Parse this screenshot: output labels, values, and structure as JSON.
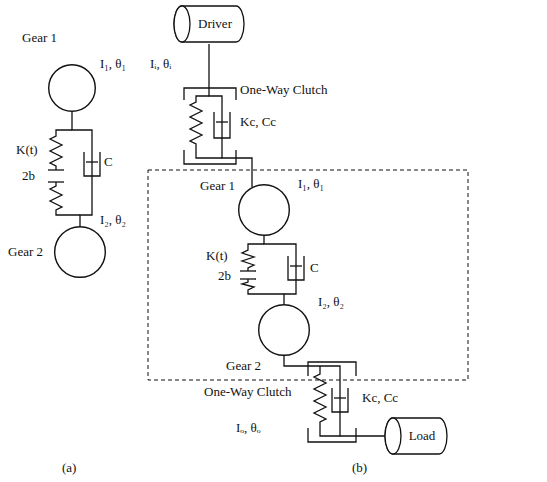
{
  "diagram": {
    "nodes": [
      {
        "text": [
          "Gear 1",
          "I₁, θ₁"
        ]
      },
      {
        "text": [
          "Gear 2",
          "I₂, θ₂"
        ]
      },
      {
        "text": [
          "Driver"
        ]
      },
      {
        "text": [
          "Gear 1",
          "I₁, θ₁"
        ]
      },
      {
        "text": [
          "Gear 2",
          "I₂, θ₂"
        ]
      },
      {
        "text": [
          "Load"
        ]
      }
    ],
    "edges": [
      {
        "from": 0,
        "to": 1,
        "arrow": "none"
      },
      {
        "from": 2,
        "to": 3,
        "arrow": "none"
      },
      {
        "from": 3,
        "to": 4,
        "arrow": "none"
      },
      {
        "from": 4,
        "to": 5,
        "arrow": "none"
      }
    ],
    "labels": [
      "K(t)",
      "2b",
      "C",
      "(a)",
      "Iᵢ, θᵢ",
      "One-Way Clutch",
      "Kc, Cc",
      "K(t)",
      "2b",
      "C",
      "One-Way Clutch",
      "Kc, Cc",
      "Iₒ, θₒ",
      "(b)"
    ]
  }
}
